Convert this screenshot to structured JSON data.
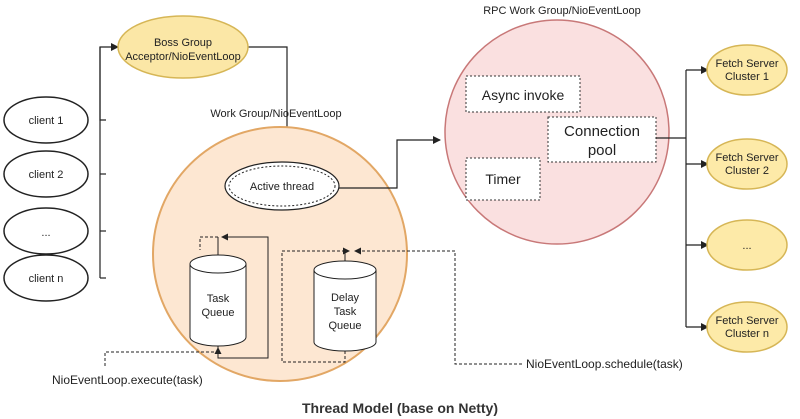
{
  "title": "Thread Model (base on Netty)",
  "clients": [
    {
      "label": "client 1"
    },
    {
      "label": "client 2"
    },
    {
      "label": "..."
    },
    {
      "label": "client n"
    }
  ],
  "boss_group": {
    "line1": "Boss Group",
    "line2": "Acceptor/NioEventLoop"
  },
  "work_group": {
    "label": "Work Group/NioEventLoop",
    "active_thread": "Active thread",
    "task_queue": {
      "line1": "Task",
      "line2": "Queue"
    },
    "delay_queue": {
      "line1": "Delay",
      "line2": "Task",
      "line3": "Queue"
    }
  },
  "rpc_group": {
    "label": "RPC Work Group/NioEventLoop",
    "async_invoke": "Async invoke",
    "connection_pool": {
      "line1": "Connection",
      "line2": "pool"
    },
    "timer": "Timer"
  },
  "fetch_servers": [
    {
      "line1": "Fetch Server",
      "line2": "Cluster 1"
    },
    {
      "line1": "Fetch Server",
      "line2": "Cluster 2"
    },
    {
      "line1": "...",
      "line2": ""
    },
    {
      "line1": "Fetch Server",
      "line2": "Cluster n"
    }
  ],
  "annotations": {
    "execute": "NioEventLoop.execute(task)",
    "schedule": "NioEventLoop.schedule(task)"
  },
  "colors": {
    "boss_fill": "#fbe7a6",
    "boss_stroke": "#d6b656",
    "work_fill": "#fde7d2",
    "work_stroke": "#e2a765",
    "rpc_fill": "#fae0e0",
    "rpc_stroke": "#c87878",
    "fetch_fill": "#fdeaa8",
    "fetch_stroke": "#d6b656"
  }
}
